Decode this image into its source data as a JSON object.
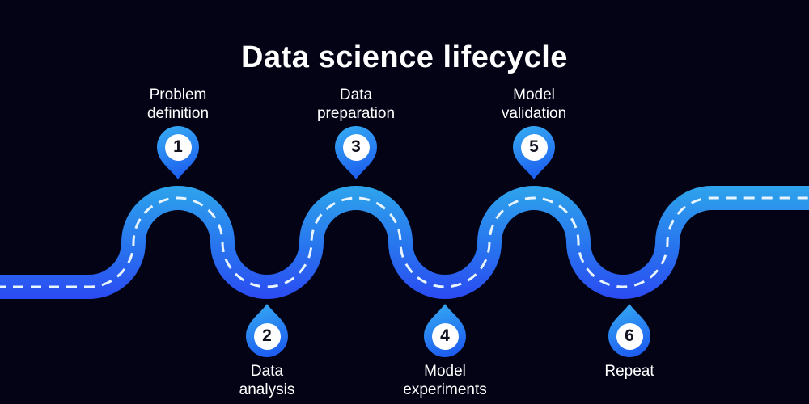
{
  "title": "Data science lifecycle",
  "colors": {
    "background": "#040316",
    "road_top": "#2ea4ec",
    "road_mid": "#2878ee",
    "road_bottom": "#2b4bf2",
    "dash_line": "#e8f5ff",
    "marker_top": "#34a7f2",
    "marker_bottom": "#1c5af0",
    "badge_background": "#ffffff",
    "badge_number": "#111220",
    "text": "#ffffff"
  },
  "steps": [
    {
      "number": "1",
      "label_line1": "Problem",
      "label_line2": "definition",
      "position": "top"
    },
    {
      "number": "2",
      "label_line1": "Data",
      "label_line2": "analysis",
      "position": "bottom"
    },
    {
      "number": "3",
      "label_line1": "Data",
      "label_line2": "preparation",
      "position": "top"
    },
    {
      "number": "4",
      "label_line1": "Model",
      "label_line2": "experiments",
      "position": "bottom"
    },
    {
      "number": "5",
      "label_line1": "Model",
      "label_line2": "validation",
      "position": "top"
    },
    {
      "number": "6",
      "label_line1": "Repeat",
      "label_line2": "",
      "position": "bottom"
    }
  ]
}
